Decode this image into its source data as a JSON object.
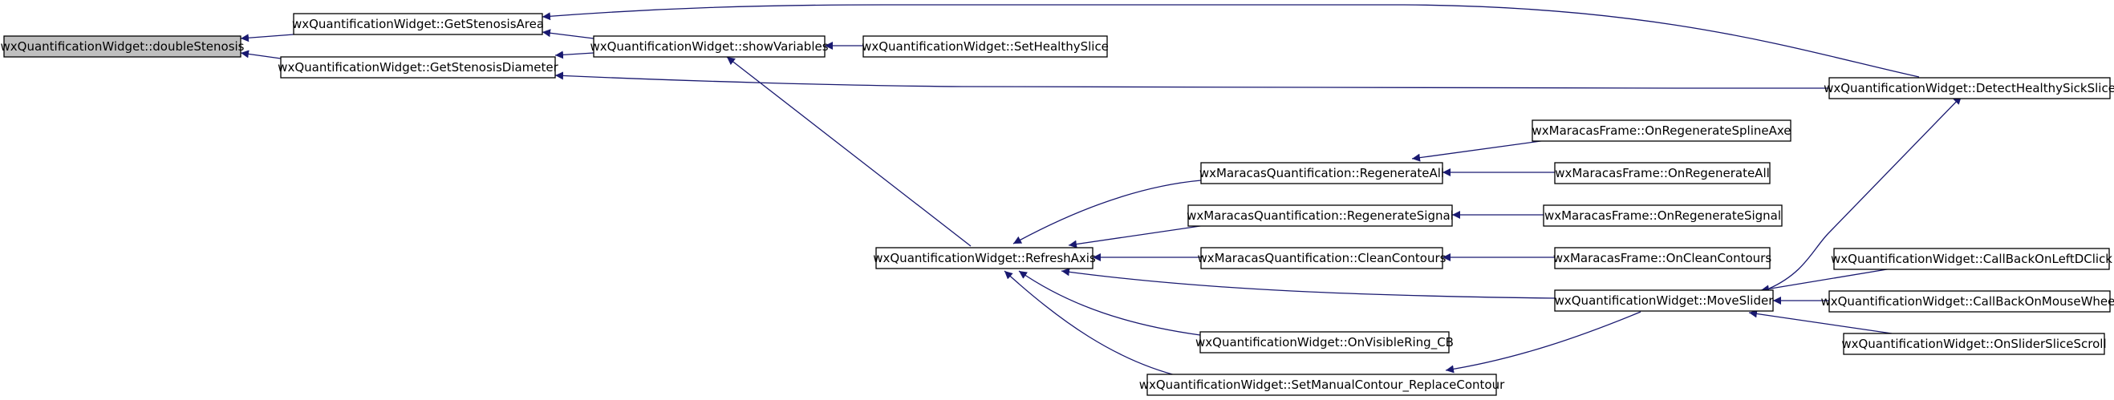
{
  "nodes": [
    {
      "id": "n0",
      "label": "wxQuantificationWidget::doubleStenosis",
      "root": true
    },
    {
      "id": "n1",
      "label": "wxQuantificationWidget::GetStenosisArea"
    },
    {
      "id": "n2",
      "label": "wxQuantificationWidget::GetStenosisDiameter"
    },
    {
      "id": "n3",
      "label": "wxQuantificationWidget::showVariables"
    },
    {
      "id": "n4",
      "label": "wxQuantificationWidget::SetHealthySlice"
    },
    {
      "id": "n5",
      "label": "wxQuantificationWidget::DetectHealthySickSlice"
    },
    {
      "id": "n6",
      "label": "wxMaracasFrame::OnRegenerateSplineAxe"
    },
    {
      "id": "n7",
      "label": "wxMaracasQuantification::RegenerateAll"
    },
    {
      "id": "n8",
      "label": "wxMaracasFrame::OnRegenerateAll"
    },
    {
      "id": "n9",
      "label": "wxMaracasQuantification::RegenerateSignal"
    },
    {
      "id": "n10",
      "label": "wxMaracasFrame::OnRegenerateSignal"
    },
    {
      "id": "n11",
      "label": "wxQuantificationWidget::RefreshAxis"
    },
    {
      "id": "n12",
      "label": "wxMaracasQuantification::CleanContours"
    },
    {
      "id": "n13",
      "label": "wxMaracasFrame::OnCleanContours"
    },
    {
      "id": "n14",
      "label": "wxQuantificationWidget::CallBackOnLeftDClick"
    },
    {
      "id": "n15",
      "label": "wxQuantificationWidget::MoveSlider"
    },
    {
      "id": "n16",
      "label": "wxQuantificationWidget::CallBackOnMouseWheel"
    },
    {
      "id": "n17",
      "label": "wxQuantificationWidget::OnVisibleRing_CB"
    },
    {
      "id": "n18",
      "label": "wxQuantificationWidget::OnSliderSliceScroll"
    },
    {
      "id": "n19",
      "label": "wxQuantificationWidget::SetManualContour_ReplaceContour"
    }
  ],
  "edges": [
    {
      "from": "n1",
      "to": "n0"
    },
    {
      "from": "n2",
      "to": "n0"
    },
    {
      "from": "n3",
      "to": "n1"
    },
    {
      "from": "n5",
      "to": "n1"
    },
    {
      "from": "n3",
      "to": "n2"
    },
    {
      "from": "n5",
      "to": "n2"
    },
    {
      "from": "n4",
      "to": "n3"
    },
    {
      "from": "n11",
      "to": "n3"
    },
    {
      "from": "n6",
      "to": "n7"
    },
    {
      "from": "n8",
      "to": "n7"
    },
    {
      "from": "n10",
      "to": "n9"
    },
    {
      "from": "n13",
      "to": "n12"
    },
    {
      "from": "n7",
      "to": "n11"
    },
    {
      "from": "n9",
      "to": "n11"
    },
    {
      "from": "n12",
      "to": "n11"
    },
    {
      "from": "n15",
      "to": "n11"
    },
    {
      "from": "n17",
      "to": "n11"
    },
    {
      "from": "n19",
      "to": "n11"
    },
    {
      "from": "n14",
      "to": "n15"
    },
    {
      "from": "n16",
      "to": "n15"
    },
    {
      "from": "n18",
      "to": "n15"
    },
    {
      "from": "n15",
      "to": "n5"
    },
    {
      "from": "n15",
      "to": "n19"
    }
  ]
}
